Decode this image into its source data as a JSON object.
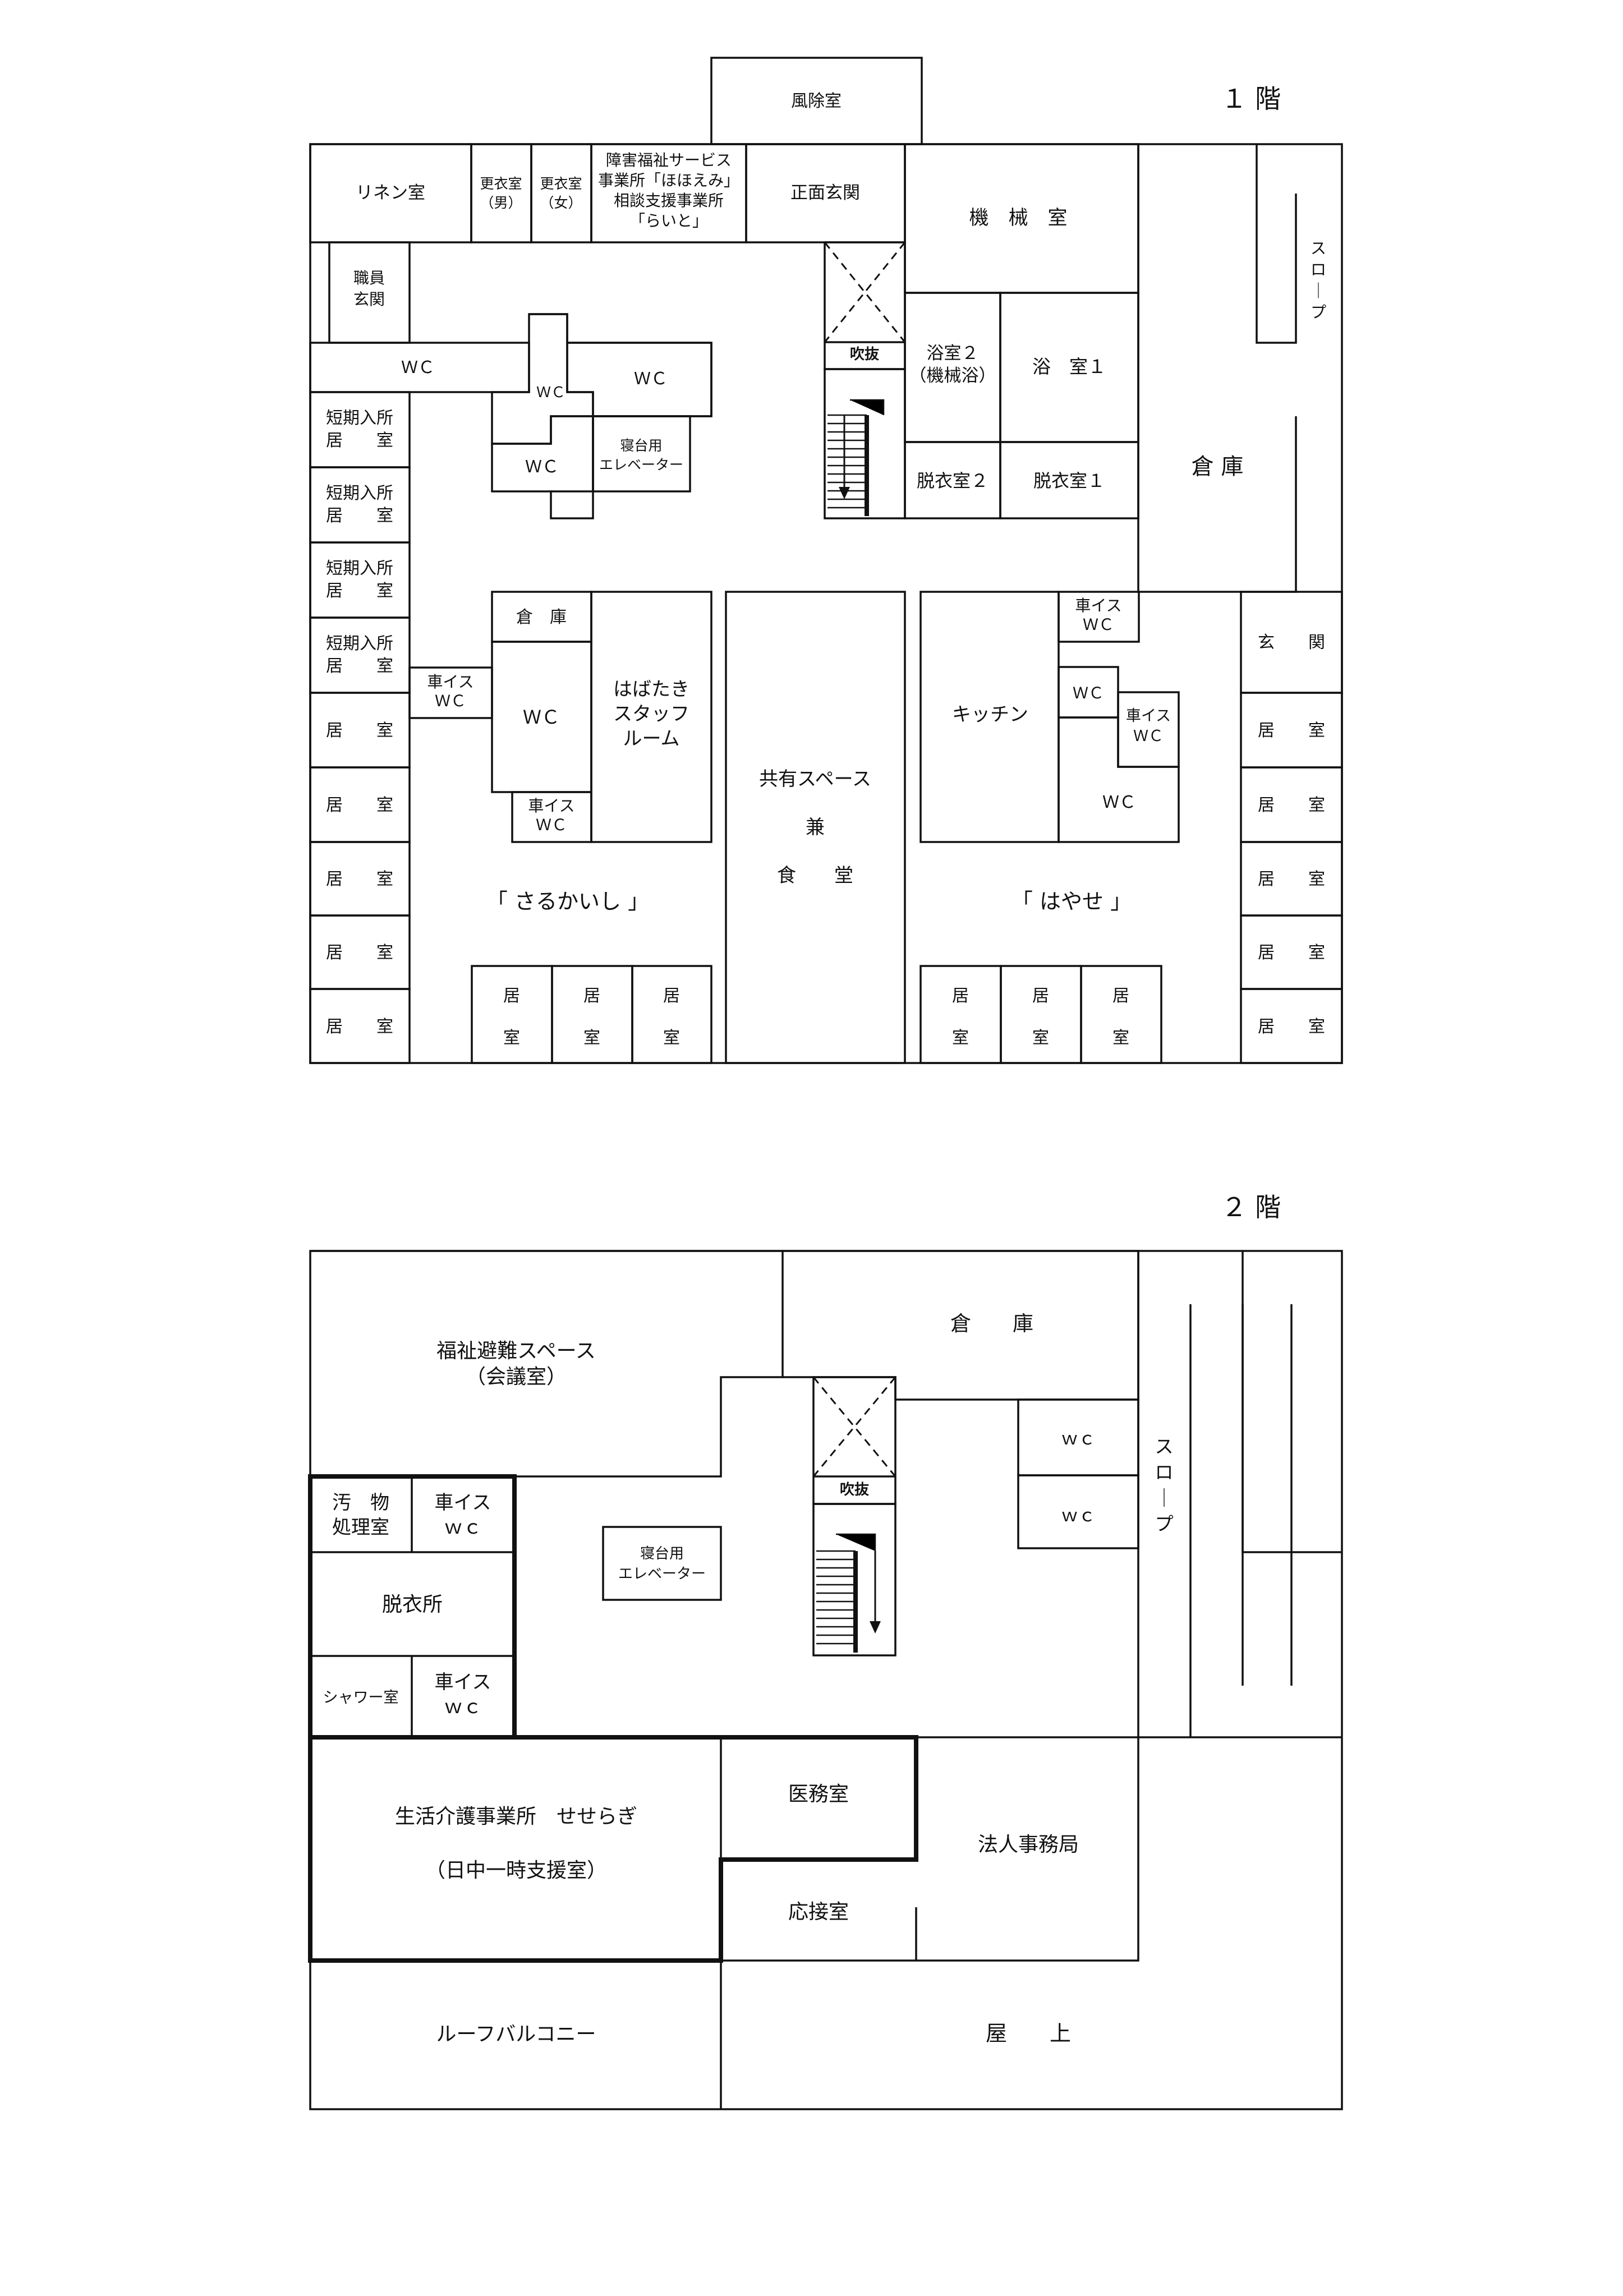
{
  "floor1": {
    "title": "１ 階",
    "rooms": {
      "windbreak": "風除室",
      "linen": "リネン室",
      "locker_m": [
        "更衣室",
        "（男）"
      ],
      "locker_f": [
        "更衣室",
        "（女）"
      ],
      "office": [
        "障害福祉サービス",
        "事業所「ほほえみ」",
        "相談支援事業所",
        "「らいと」"
      ],
      "front_entrance": "正面玄関",
      "machine": "機　械　室",
      "staff_entrance": [
        "職員",
        "玄関"
      ],
      "wc_a": "ＷＣ",
      "wc_b": "ＷＣ",
      "wc_c": "ＷＣ",
      "wc_d": "ＷＣ",
      "bed_elevator": [
        "寝台用",
        "エレベーター"
      ],
      "atrium": "吹抜",
      "bath2": [
        "浴室２",
        "（機械浴）"
      ],
      "bath1": "浴　室１",
      "dress2": "脱衣室２",
      "dress1": "脱衣室１",
      "storage_big": "倉 庫",
      "slope": [
        "ス",
        "ロ",
        "｜",
        "プ"
      ],
      "short_stay": [
        "短期入所",
        "居　　室"
      ],
      "room": [
        "居　　室"
      ],
      "room_v": [
        "居",
        "室"
      ],
      "storage_small": "倉　庫",
      "wc_big": "ＷＣ",
      "habatake": [
        "はばたき",
        "スタッフ",
        "ルーム"
      ],
      "wheel_wc": [
        "車イス",
        "ＷＣ"
      ],
      "shared": [
        "共有スペース",
        "兼",
        "食　　堂"
      ],
      "kitchen": "キッチン",
      "wc_r1": "ＷＣ",
      "wc_r2": "ＷＣ",
      "entrance_r": "玄　　関",
      "unit_left": "「 さるかいし 」",
      "unit_right": "「 はやせ 」"
    }
  },
  "floor2": {
    "title": "２ 階",
    "rooms": {
      "evac": [
        "福祉避難スペース",
        "（会議室）"
      ],
      "storage": "倉　　庫",
      "atrium": "吹抜",
      "wc": "ｗｃ",
      "slope": [
        "ス",
        "ロ",
        "｜",
        "プ"
      ],
      "waste": [
        "汚　物",
        "処理室"
      ],
      "wheel_wc": [
        "車イス",
        "ｗｃ"
      ],
      "bed_elevator": [
        "寝台用",
        "エレベーター"
      ],
      "changing": "脱衣所",
      "shower": "シャワー室",
      "daycare": [
        "生活介護事業所　せせらぎ",
        "（日中一時支援室）"
      ],
      "medical": "医務室",
      "reception": "応接室",
      "corp_office": "法人事務局",
      "roof_balcony": "ルーフバルコニー",
      "rooftop": "屋　　上"
    }
  }
}
